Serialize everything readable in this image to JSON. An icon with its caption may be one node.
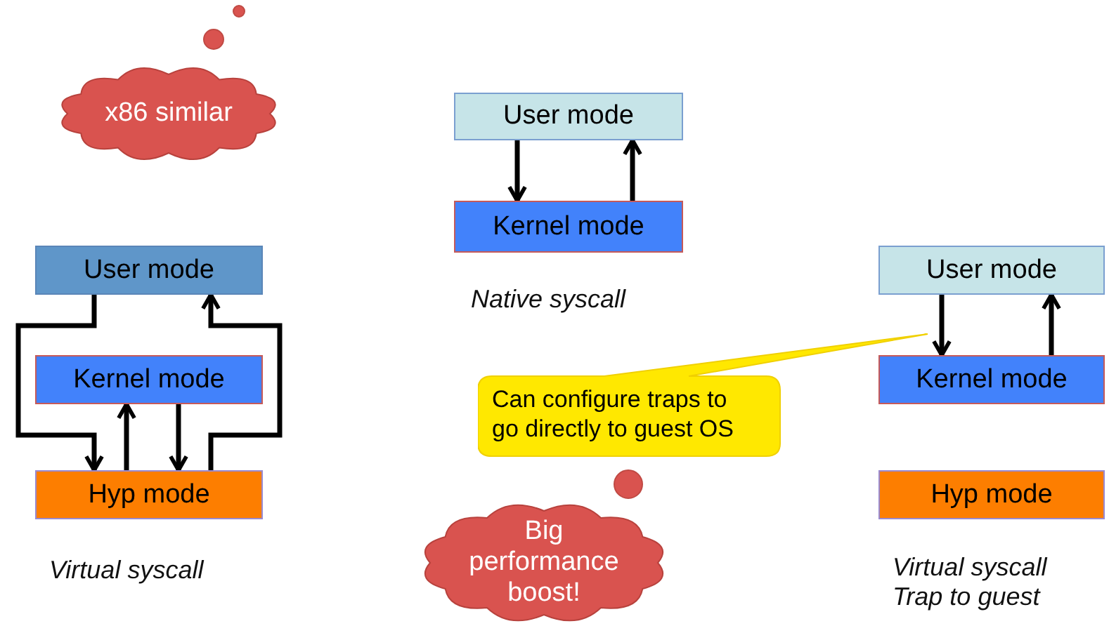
{
  "diagram": {
    "nodes": [
      {
        "text": [
          "x86 similar"
        ]
      },
      {
        "text": [
          "User mode"
        ]
      },
      {
        "text": [
          "Kernel mode"
        ]
      },
      {
        "text": [
          "User mode"
        ]
      },
      {
        "text": [
          "Kernel mode"
        ]
      },
      {
        "text": [
          "Hyp mode"
        ]
      },
      {
        "text": [
          "Can configure traps to go directly to guest OS"
        ]
      },
      {
        "text": [
          "Big performance boost!"
        ]
      },
      {
        "text": [
          "User mode"
        ]
      },
      {
        "text": [
          "Kernel mode"
        ]
      },
      {
        "text": [
          "Hyp mode"
        ]
      }
    ],
    "edges": [
      {
        "from": 1,
        "to": 2,
        "arrow": "to"
      },
      {
        "from": 2,
        "to": 1,
        "arrow": "to"
      },
      {
        "from": 3,
        "to": 5,
        "arrow": "to"
      },
      {
        "from": 5,
        "to": 4,
        "arrow": "to"
      },
      {
        "from": 4,
        "to": 5,
        "arrow": "to"
      },
      {
        "from": 5,
        "to": 3,
        "arrow": "to"
      },
      {
        "from": 8,
        "to": 9,
        "arrow": "to"
      },
      {
        "from": 9,
        "to": 8,
        "arrow": "to"
      }
    ],
    "labels": [
      "Native syscall",
      "Virtual syscall",
      "Virtual syscall Trap to guest"
    ]
  }
}
